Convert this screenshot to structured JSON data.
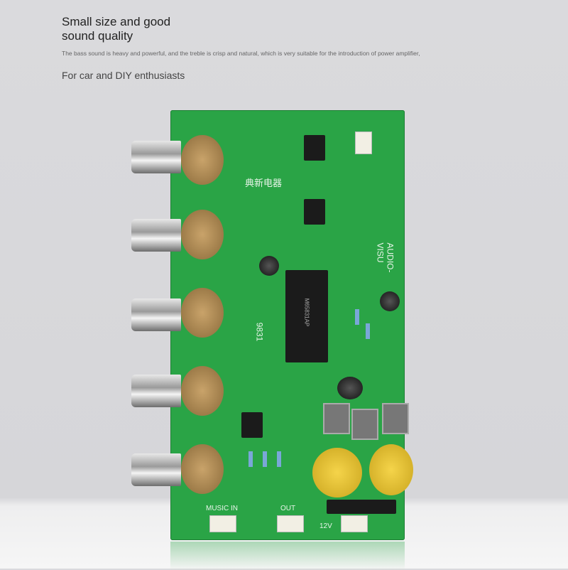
{
  "header": {
    "title_line1": "Small size and good",
    "title_line2": "sound quality",
    "description": "The bass sound is heavy and powerful, and the treble is crisp and natural, which is very suitable for the introduction of power amplifier,",
    "subtitle": "For car and DIY enthusiasts"
  },
  "board": {
    "brand": "典新电器",
    "chip_label": "M65831AP",
    "code": "9831",
    "side_label": "AUDIO-VISU",
    "connectors": [
      "MUSIC IN",
      "OUT",
      "12V"
    ],
    "board_color": "#2aa446"
  }
}
